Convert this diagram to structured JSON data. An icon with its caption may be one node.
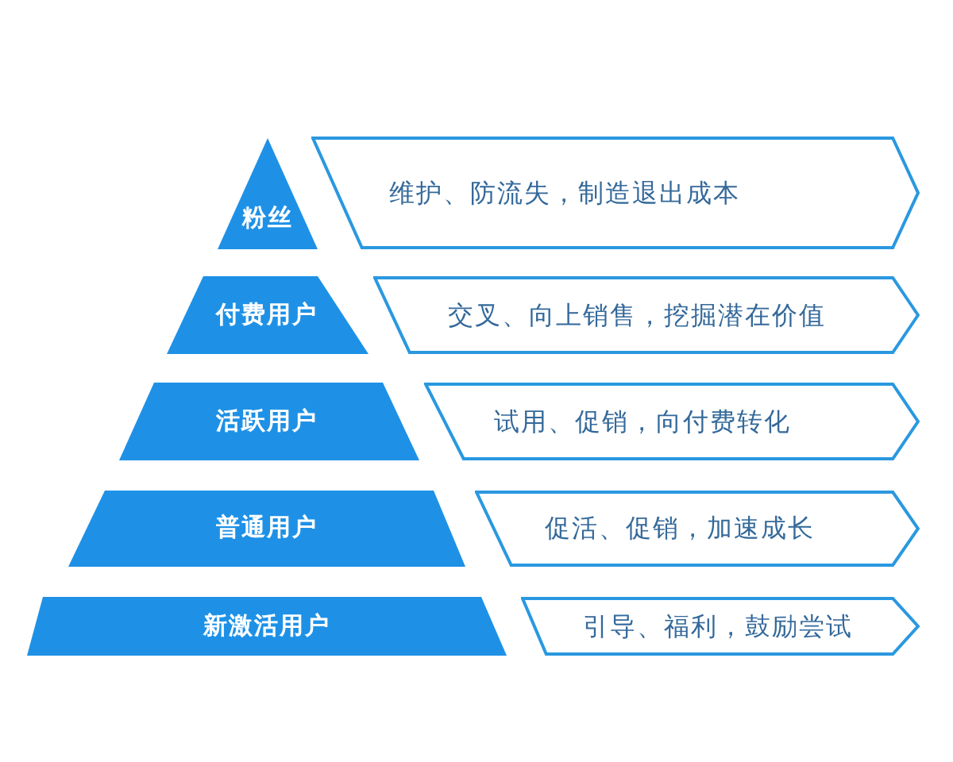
{
  "diagram": {
    "nodes": [
      {
        "text": [
          "粉丝"
        ]
      },
      {
        "text": [
          "维护、防流失，制造退出成本"
        ]
      },
      {
        "text": [
          "付费用户"
        ]
      },
      {
        "text": [
          "交叉、向上销售，挖掘潜在价值"
        ]
      },
      {
        "text": [
          "活跃用户"
        ]
      },
      {
        "text": [
          "试用、促销，向付费转化"
        ]
      },
      {
        "text": [
          "普通用户"
        ]
      },
      {
        "text": [
          "促活、促销，加速成长"
        ]
      },
      {
        "text": [
          "新激活用户"
        ]
      },
      {
        "text": [
          "引导、福利，鼓励尝试"
        ]
      }
    ]
  }
}
